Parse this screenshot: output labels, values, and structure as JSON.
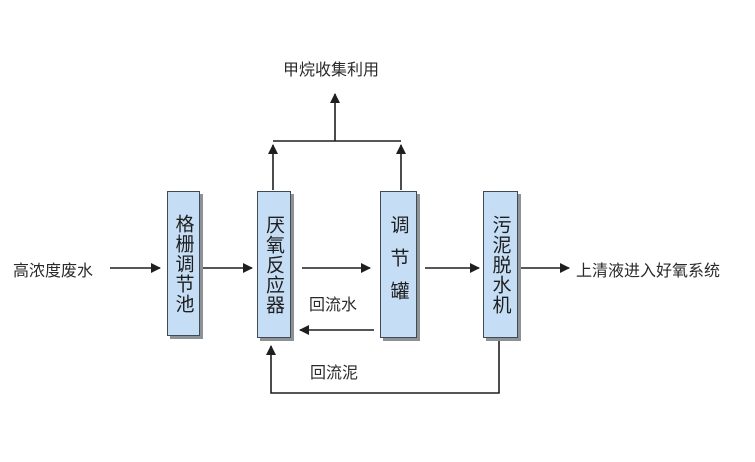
{
  "diagram": {
    "nodes": {
      "screen_tank": {
        "label": "格栅调节池"
      },
      "anaerobic_reactor": {
        "label": "厌氧反应器"
      },
      "conditioning_tank": {
        "label": "调节罐"
      },
      "sludge_dewatering": {
        "label": "污泥脱水机"
      }
    },
    "labels": {
      "input": "高浓度废水",
      "methane": "甲烷收集利用",
      "recycle_water": "回流水",
      "recycle_sludge": "回流泥",
      "output": "上清液进入好氧系统"
    }
  },
  "colors": {
    "box_fill": "#c6def5",
    "box_border": "#3f4a52",
    "box_shadow": "#8d9296",
    "line": "#1f1f1f"
  }
}
